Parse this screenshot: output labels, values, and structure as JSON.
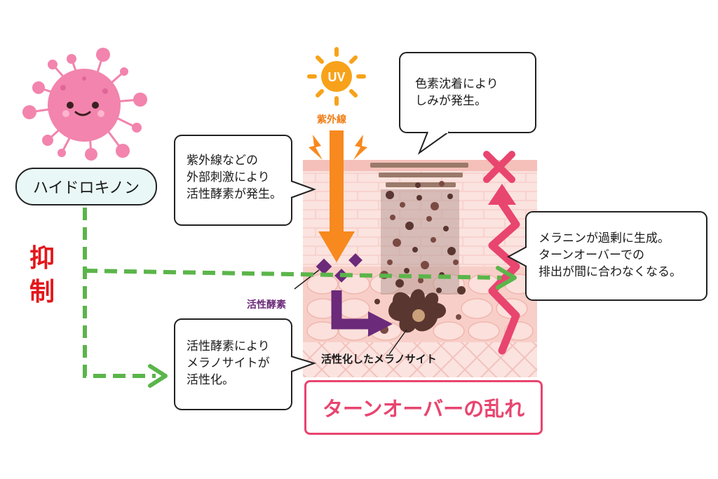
{
  "hydroquinone_label": "ハイドロキノン",
  "inhibit_label": "抑制",
  "uv_icon_text": "UV",
  "uv_label": "紫外線",
  "bubbles": {
    "uv_cause": "紫外線などの\n外部刺激により\n活性酵素が発生。",
    "pigment": "色素沈着により\nしみが発生。",
    "melanin": "メラニンが過剰に生成。\nターンオーバーでの\n排出が間に合わなくなる。",
    "melanocyte": "活性酵素により\nメラノサイトが\n活性化。"
  },
  "labels": {
    "active_enzyme": "活性酵素",
    "activated_melanocyte": "活性化したメラノサイト"
  },
  "turnover_label": "ターンオーバーの乱れ",
  "colors": {
    "green_arrow": "#5bb54a",
    "orange_arrow": "#f7891f",
    "purple_arrow": "#6b2a7a",
    "pink_accent": "#e8456f",
    "virus_pink": "#f284ad",
    "inhibit_red": "#e3161b"
  }
}
